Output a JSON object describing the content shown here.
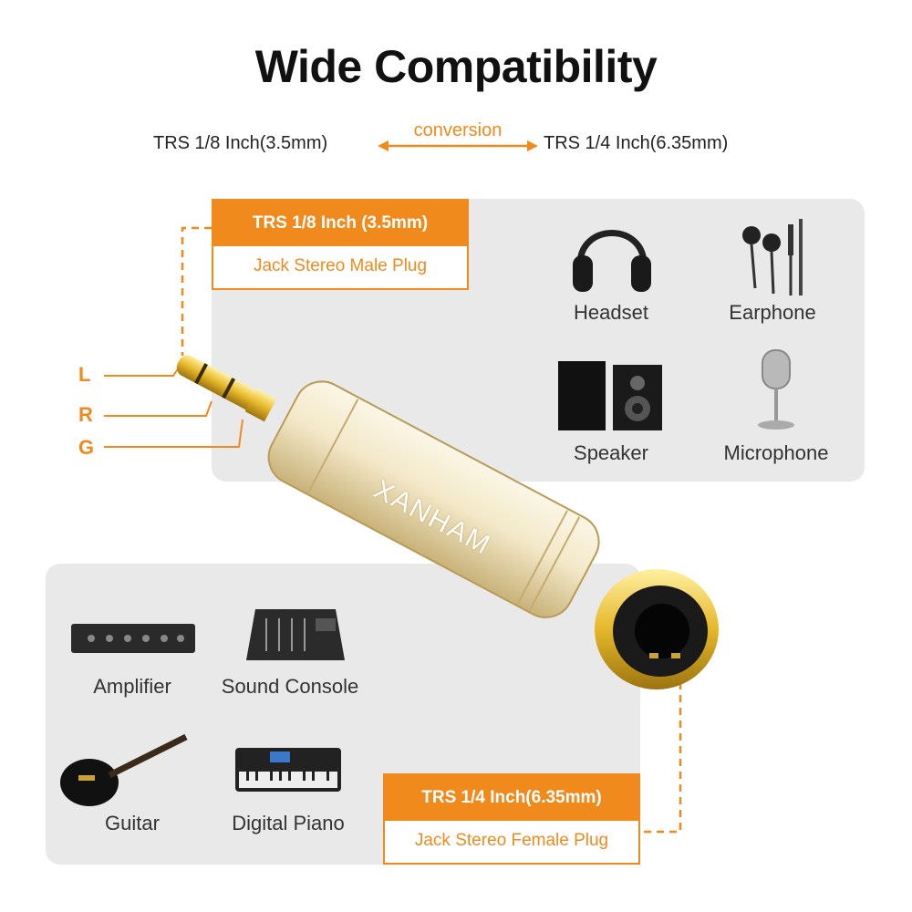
{
  "title": "Wide Compatibility",
  "conversion": {
    "left": "TRS 1/8 Inch(3.5mm)",
    "word": "conversion",
    "right": "TRS 1/4 Inch(6.35mm)"
  },
  "male_plug": {
    "head": "TRS 1/8 Inch (3.5mm)",
    "sub": "Jack Stereo Male Plug"
  },
  "female_plug": {
    "head": "TRS 1/4 Inch(6.35mm)",
    "sub": "Jack Stereo Female Plug"
  },
  "pins": {
    "l": "L",
    "r": "R",
    "g": "G"
  },
  "brand": "XANHAM",
  "devices_top": [
    {
      "label": "Headset",
      "icon": "headset-icon"
    },
    {
      "label": "Earphone",
      "icon": "earphone-icon"
    },
    {
      "label": "Speaker",
      "icon": "speaker-icon"
    },
    {
      "label": "Microphone",
      "icon": "microphone-icon"
    }
  ],
  "devices_bottom": [
    {
      "label": "Amplifier",
      "icon": "amplifier-icon"
    },
    {
      "label": "Sound Console",
      "icon": "sound-console-icon"
    },
    {
      "label": "Guitar",
      "icon": "guitar-icon"
    },
    {
      "label": "Digital Piano",
      "icon": "digital-piano-icon"
    }
  ],
  "colors": {
    "accent": "#f08a1d",
    "panel": "#e9e9e9",
    "gold": "#e8c24a"
  }
}
